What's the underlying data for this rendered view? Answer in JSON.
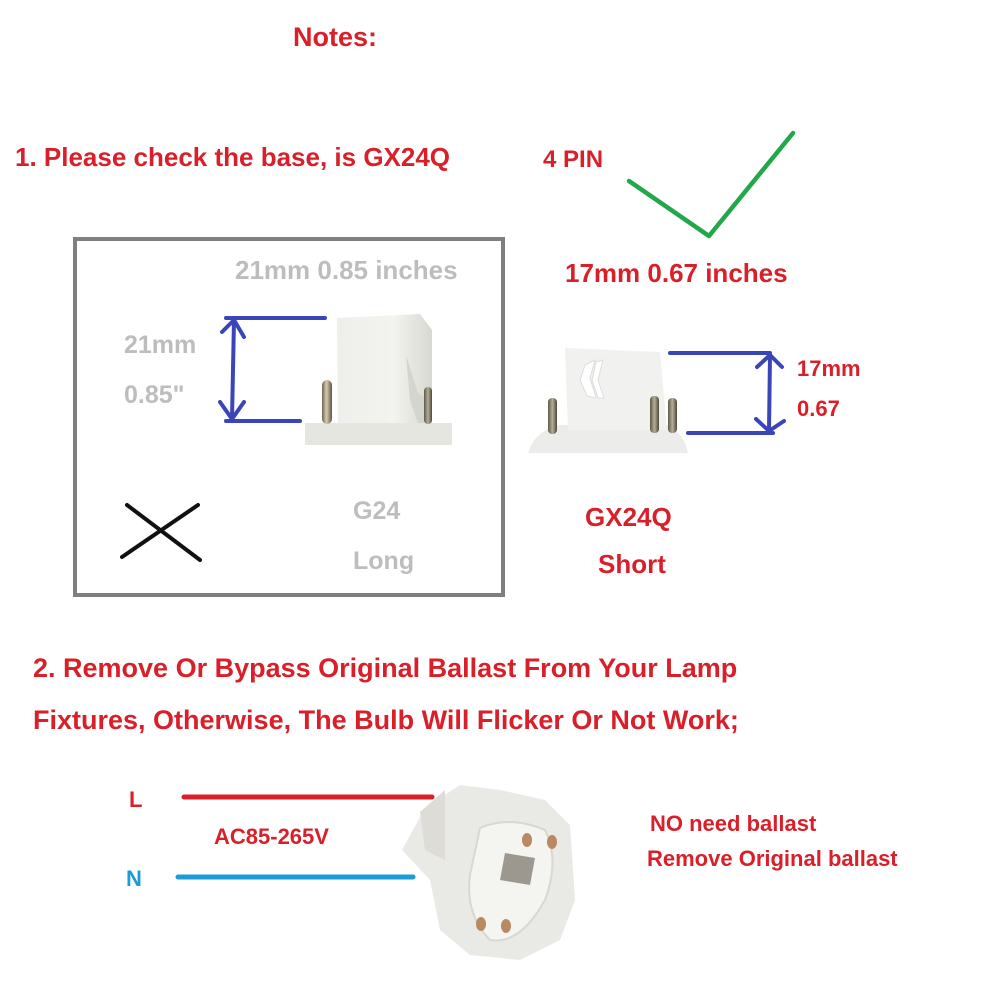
{
  "header": {
    "title": "Notes:"
  },
  "note1": {
    "text": "1. Please  check the base, is GX24Q",
    "pin_label": "4 PIN",
    "correct_mark_icon": "checkmark-icon",
    "correct_dimension": "17mm 0.67 inches"
  },
  "wrong_base": {
    "top_dimension": "21mm 0.85 inches",
    "side_dimension_mm": "21mm",
    "side_dimension_in": "0.85\"",
    "name": "G24",
    "length_label": "Long",
    "mark_icon": "x-cross-icon",
    "border_color": "#7f7f7f"
  },
  "correct_base": {
    "side_dimension_mm": "17mm",
    "side_dimension_in": "0.67",
    "name": "GX24Q",
    "length_label": "Short"
  },
  "note2": {
    "line1": "2. Remove Or Bypass Original Ballast From Your Lamp",
    "line2": "Fixtures, Otherwise, The Bulb  Will Flicker Or Not Work;"
  },
  "wiring": {
    "live_label": "L",
    "neutral_label": "N",
    "voltage": "AC85-265V",
    "no_ballast": "NO need ballast",
    "remove_ballast": "Remove Original ballast",
    "live_color": "#d9202a",
    "neutral_color": "#1e9bd7"
  },
  "colors": {
    "text_red": "#d9202a",
    "text_gray": "#bdbdbd",
    "dimension_arrow": "#3a45b8",
    "check_green": "#22a84a"
  }
}
